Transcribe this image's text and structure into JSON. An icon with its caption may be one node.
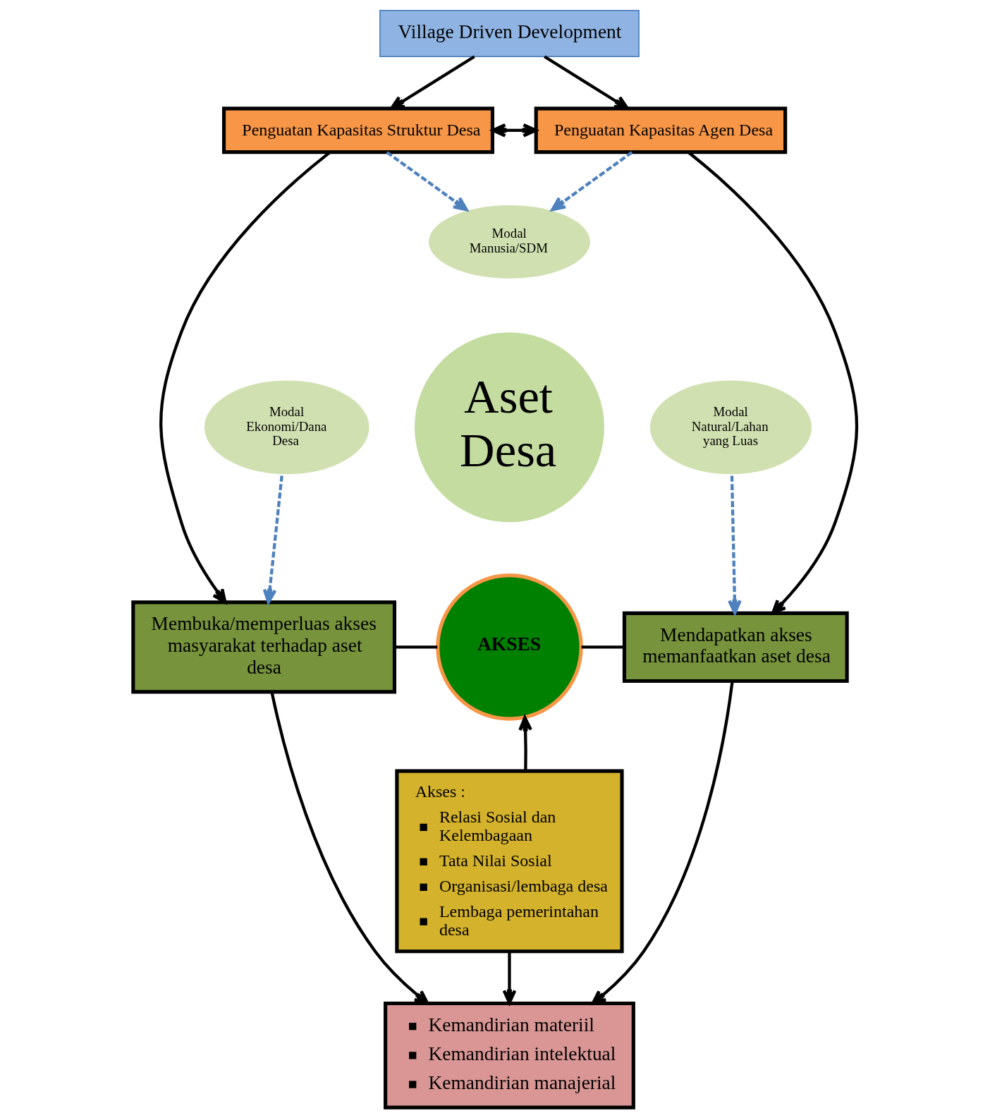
{
  "diagram": {
    "nodes": [
      {
        "text": [
          "Village Driven Development"
        ]
      },
      {
        "text": [
          "Penguatan Kapasitas Struktur Desa"
        ]
      },
      {
        "text": [
          "Penguatan Kapasitas Agen Desa"
        ]
      },
      {
        "text": [
          "Modal Manusia/SDM"
        ]
      },
      {
        "text": [
          "Aset Desa"
        ]
      },
      {
        "text": [
          "Modal Ekonomi/Dana Desa"
        ]
      },
      {
        "text": [
          "Modal Natural/Lahan yang Luas"
        ]
      },
      {
        "text": [
          "Membuka/memperluas akses masyarakat terhadap aset desa"
        ]
      },
      {
        "text": [
          "AKSES"
        ]
      },
      {
        "text": [
          "Mendapatkan akses memanfaatkan aset desa"
        ]
      },
      {
        "text": [
          "Akses :",
          "Relasi Sosial dan Kelembagaan",
          "Tata Nilai Sosial",
          "Organisasi/lembaga desa",
          "Lembaga pemerintahan desa"
        ]
      },
      {
        "text": [
          "Kemandirian materiil",
          "Kemandirian intelektual",
          "Kemandirian manajerial"
        ]
      }
    ],
    "edges": [
      {
        "from": 0,
        "to": 1,
        "arrow": "to"
      },
      {
        "from": 0,
        "to": 2,
        "arrow": "to"
      },
      {
        "from": 1,
        "to": 2,
        "arrow": "both"
      },
      {
        "from": 1,
        "to": 3,
        "arrow": "to",
        "style": "dashed",
        "color": "#4f81bd"
      },
      {
        "from": 2,
        "to": 3,
        "arrow": "to",
        "style": "dashed",
        "color": "#4f81bd"
      },
      {
        "from": 1,
        "to": 7,
        "arrow": "to"
      },
      {
        "from": 2,
        "to": 9,
        "arrow": "to"
      },
      {
        "from": 5,
        "to": 7,
        "arrow": "to",
        "style": "dashed",
        "color": "#4f81bd"
      },
      {
        "from": 6,
        "to": 9,
        "arrow": "to",
        "style": "dashed",
        "color": "#4f81bd"
      },
      {
        "from": 7,
        "to": 8,
        "arrow": "none"
      },
      {
        "from": 8,
        "to": 9,
        "arrow": "none"
      },
      {
        "from": 10,
        "to": 8,
        "arrow": "to"
      },
      {
        "from": 10,
        "to": 11,
        "arrow": "to"
      },
      {
        "from": 7,
        "to": 11,
        "arrow": "to"
      },
      {
        "from": 9,
        "to": 11,
        "arrow": "to"
      }
    ]
  }
}
